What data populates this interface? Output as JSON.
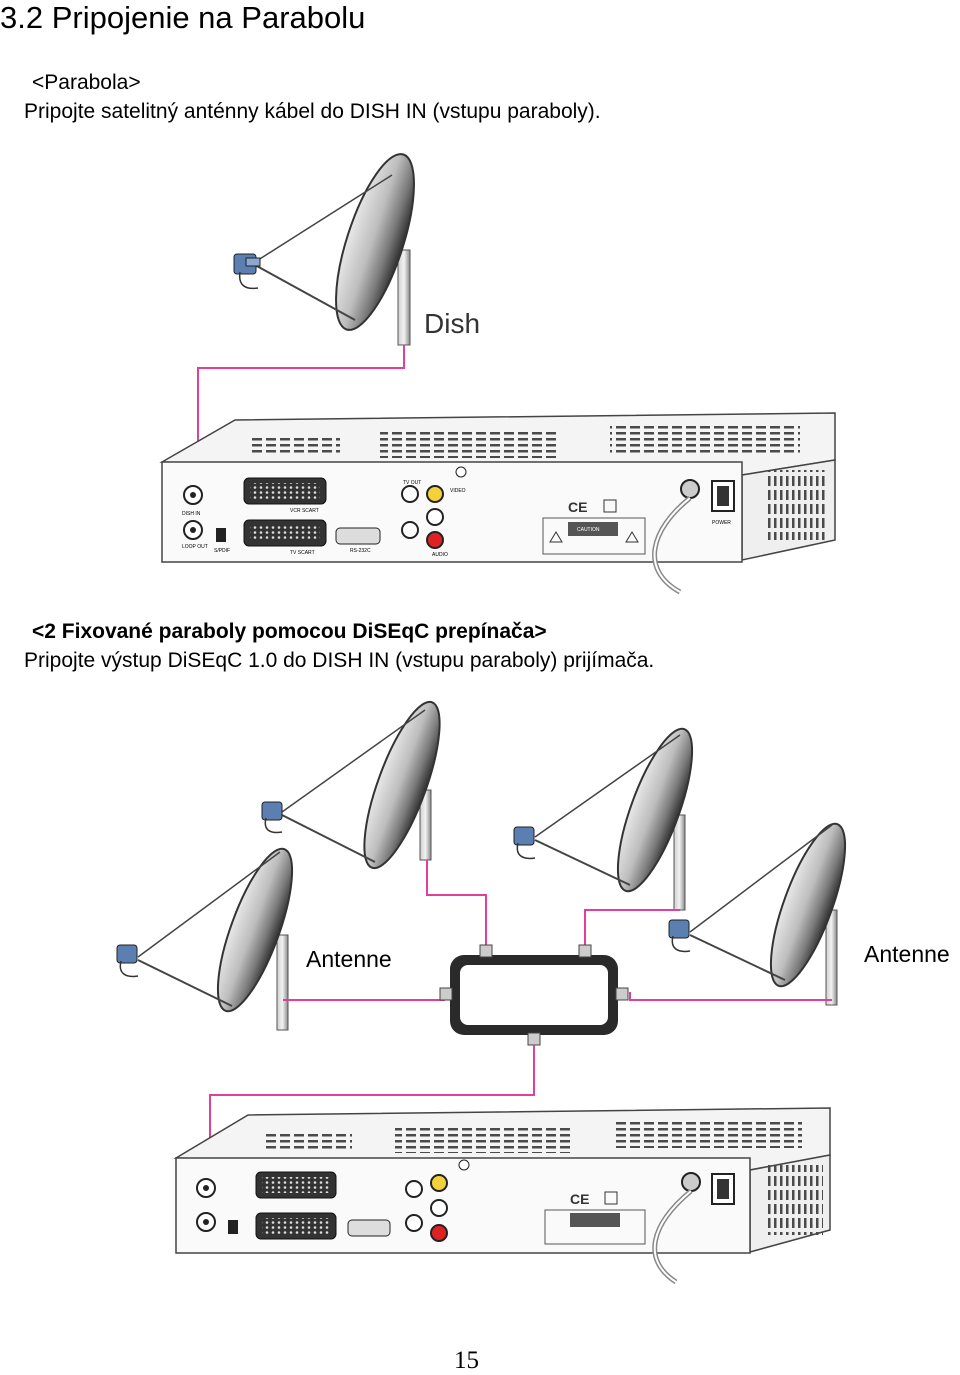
{
  "title": "3.2 Pripojenie na Parabolu",
  "section1": {
    "heading": "<Parabola>",
    "body": "Pripojte satelitný anténny kábel do DISH IN  (vstupu paraboly).",
    "dish_label": "Dish"
  },
  "section2": {
    "heading": "<2 Fixované paraboly pomocou DiSEqC prepínača>",
    "body": "Pripojte výstup DiSEqC 1.0 do DISH IN  (vstupu paraboly) prijímača.",
    "antenna_left_label": "Antenne",
    "antenna_right_label": "Antenne"
  },
  "receiver_labels": {
    "tv_out": "TV OUT",
    "video": "VIDEO",
    "audio": "AUDIO",
    "vcr_scart": "VCR SCART",
    "tv_scart": "TV SCART",
    "rs232": "RS-232C",
    "dish_in": "DISH IN",
    "loop_out": "LOOP OUT",
    "spdif": "S/PDIF",
    "power": "POWER",
    "caution": "CAUTION"
  },
  "colors": {
    "cable": "#e0409a",
    "lnb": "#5a7fb0",
    "dish_dark": "#3a3a3a",
    "dish_light": "#d8d8d8",
    "switch_body": "#2a2a2a"
  },
  "page_number": "15"
}
